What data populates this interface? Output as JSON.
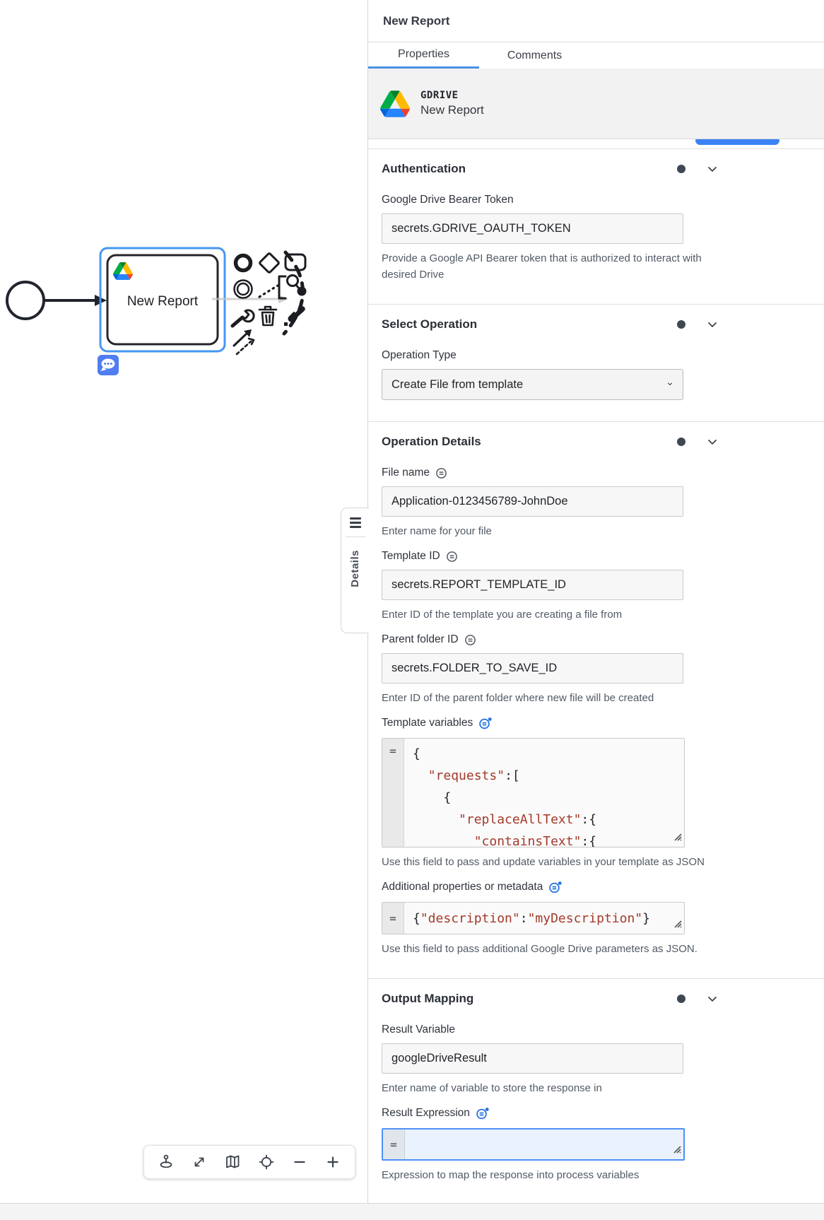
{
  "canvas": {
    "task_label": "New Report",
    "icons": {
      "context_pad": [
        "end-event-icon",
        "gateway-icon",
        "task-icon",
        "intermediate-event-icon",
        "text-annotation-icon",
        "search-append-icon",
        "wrench-icon",
        "trash-icon",
        "brush-icon",
        "connect-arrow-icon",
        "association-arrow-icon",
        "append-arc"
      ],
      "comment_badge": "speech-bubble-icon",
      "toolbar": [
        "hand-tool-icon",
        "fit-viewport-icon",
        "minimap-icon",
        "reset-viewport-icon",
        "zoom-out-icon",
        "zoom-in-icon"
      ]
    },
    "details_tab": {
      "label": "Details",
      "icon": "hamburger-icon"
    }
  },
  "panel": {
    "title": "New Report",
    "tabs": [
      {
        "label": "Properties",
        "active": true
      },
      {
        "label": "Comments",
        "active": false
      }
    ],
    "connector": {
      "type": "GDRIVE",
      "name": "New Report",
      "icon": "google-drive-icon"
    },
    "colors": {
      "accent_blue": "#4a90e2",
      "pill_blue": "#3b82f6",
      "selection_blue": "#4697f2",
      "code_string_red": "#a43a2a"
    },
    "sections": [
      {
        "title": "Authentication",
        "fields": [
          {
            "label": "Google Drive Bearer Token",
            "type": "text",
            "value": "secrets.GDRIVE_OAUTH_TOKEN",
            "help": "Provide a Google API Bearer token that is authorized to interact with desired Drive"
          }
        ]
      },
      {
        "title": "Select Operation",
        "fields": [
          {
            "label": "Operation Type",
            "type": "select",
            "value": "Create File from template"
          }
        ]
      },
      {
        "title": "Operation Details",
        "fields": [
          {
            "label": "File name",
            "feel": "optional",
            "type": "text",
            "value": "Application-0123456789-JohnDoe",
            "help": "Enter name for your file"
          },
          {
            "label": "Template ID",
            "feel": "optional",
            "type": "text",
            "value": "secrets.REPORT_TEMPLATE_ID",
            "help": "Enter ID of the template you are creating a file from"
          },
          {
            "label": "Parent folder ID",
            "feel": "optional",
            "type": "text",
            "value": "secrets.FOLDER_TO_SAVE_ID",
            "help": "Enter ID of the parent folder where new file will be created"
          },
          {
            "label": "Template variables",
            "feel": "required",
            "type": "code",
            "lines": [
              "{",
              "  \"requests\":[",
              "    {",
              "      \"replaceAllText\":{",
              "        \"containsText\":{"
            ],
            "help": "Use this field to pass and update variables in your template as JSON"
          },
          {
            "label": "Additional properties or metadata",
            "feel": "required",
            "type": "code",
            "lines": [
              "{\"description\":\"myDescription\"}"
            ],
            "help": "Use this field to pass additional Google Drive parameters as JSON."
          }
        ]
      },
      {
        "title": "Output Mapping",
        "fields": [
          {
            "label": "Result Variable",
            "type": "text",
            "value": "googleDriveResult",
            "help": "Enter name of variable to store the response in"
          },
          {
            "label": "Result Expression",
            "feel": "required",
            "type": "code",
            "lines": [],
            "focused": true,
            "help": "Expression to map the response into process variables"
          }
        ]
      }
    ]
  }
}
